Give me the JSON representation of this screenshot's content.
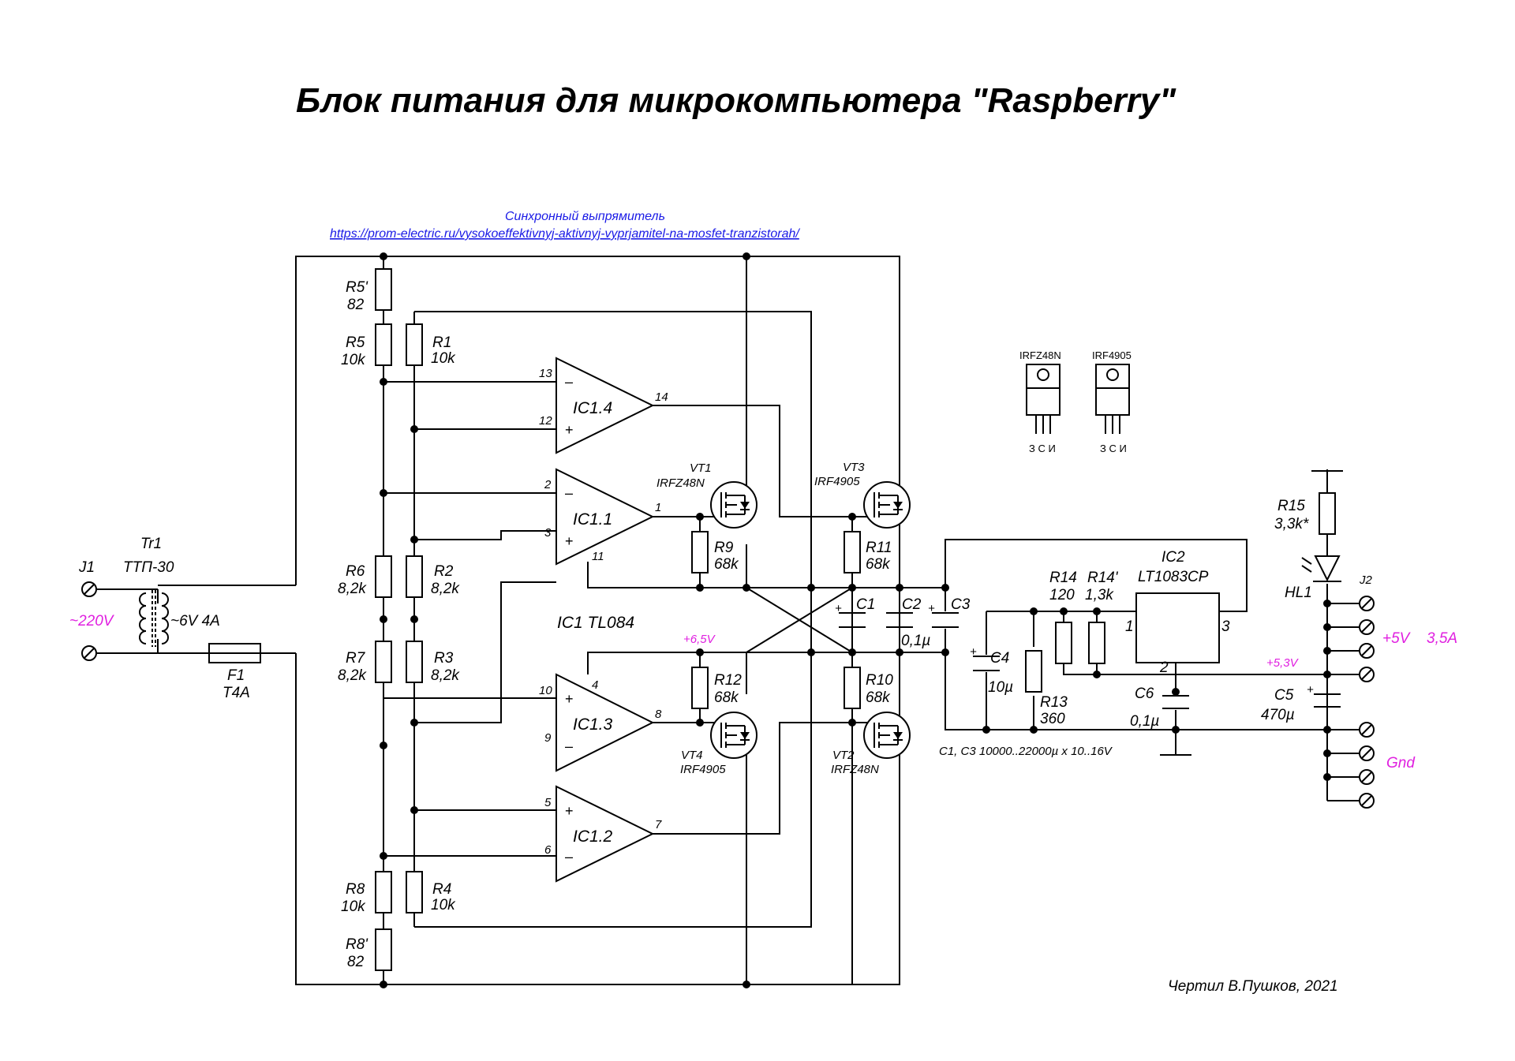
{
  "title": "Блок питания для микрокомпьютера \"Raspberry\"",
  "source": {
    "caption": "Синхронный выпрямитель",
    "url": "https://prom-electric.ru/vysokoeffektivnyj-aktivnyj-vyprjamitel-na-mosfet-tranzistorah/"
  },
  "author": "Чертил В.Пушков, 2021",
  "input": {
    "connector": "J1",
    "voltage": "~220V"
  },
  "transformer": {
    "name": "Tr1",
    "type": "ТТП-30",
    "secondary": "~6V 4A"
  },
  "fuse": {
    "name": "F1",
    "rating": "T4A"
  },
  "resistors": [
    {
      "name": "R5'",
      "value": "82"
    },
    {
      "name": "R5",
      "value": "10k"
    },
    {
      "name": "R1",
      "value": "10k"
    },
    {
      "name": "R6",
      "value": "8,2k"
    },
    {
      "name": "R2",
      "value": "8,2k"
    },
    {
      "name": "R7",
      "value": "8,2k"
    },
    {
      "name": "R3",
      "value": "8,2k"
    },
    {
      "name": "R8",
      "value": "10k"
    },
    {
      "name": "R4",
      "value": "10k"
    },
    {
      "name": "R8'",
      "value": "82"
    },
    {
      "name": "R9",
      "value": "68k"
    },
    {
      "name": "R11",
      "value": "68k"
    },
    {
      "name": "R12",
      "value": "68k"
    },
    {
      "name": "R10",
      "value": "68k"
    },
    {
      "name": "R14",
      "value": "120"
    },
    {
      "name": "R14'",
      "value": "1,3k"
    },
    {
      "name": "R13",
      "value": "360"
    },
    {
      "name": "R15",
      "value": "3,3k*"
    }
  ],
  "opamps": {
    "part": "IC1 TL084",
    "units": [
      {
        "name": "IC1.4",
        "minus": "13",
        "plus": "12",
        "out": "14"
      },
      {
        "name": "IC1.1",
        "minus": "2",
        "plus": "3",
        "out": "1",
        "gnd": "11"
      },
      {
        "name": "IC1.3",
        "plus": "10",
        "minus": "9",
        "out": "8",
        "vcc": "4"
      },
      {
        "name": "IC1.2",
        "plus": "5",
        "minus": "6",
        "out": "7"
      }
    ]
  },
  "transistors": [
    {
      "name": "VT1",
      "type": "IRFZ48N"
    },
    {
      "name": "VT3",
      "type": "IRF4905"
    },
    {
      "name": "VT4",
      "type": "IRF4905"
    },
    {
      "name": "VT2",
      "type": "IRFZ48N"
    }
  ],
  "capacitors": [
    {
      "name": "C1",
      "value": ""
    },
    {
      "name": "C2",
      "value": "0,1µ"
    },
    {
      "name": "C3",
      "value": ""
    },
    {
      "name": "C4",
      "value": "10µ"
    },
    {
      "name": "C6",
      "value": "0,1µ"
    },
    {
      "name": "C5",
      "value": "470µ"
    }
  ],
  "cap_note": "C1, C3 10000..22000µ x 10..16V",
  "rail_label": "+6,5V",
  "regulator": {
    "name": "IC2",
    "part": "LT1083CP",
    "pin1": "1",
    "pin2": "2",
    "pin3": "3"
  },
  "output_rail": "+5,3V",
  "led": "HL1",
  "output": {
    "connector": "J2",
    "voltage": "+5V",
    "current": "3,5A",
    "gnd": "Gnd"
  },
  "packages": [
    {
      "name": "IRFZ48N",
      "pins": "З С И"
    },
    {
      "name": "IRF4905",
      "pins": "З С И"
    }
  ]
}
